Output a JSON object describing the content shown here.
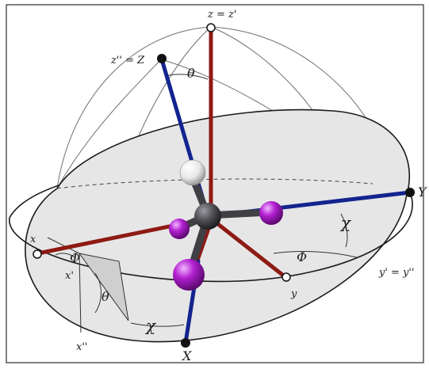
{
  "figure": {
    "colors": {
      "background": "#ffffff",
      "plane_fill": "#e6e6e6",
      "plane_edge": "#1a1a1a",
      "circle_edge": "#6e6e6e",
      "red_axis": "#8e1a14",
      "blue_axis": "#13248f",
      "atom_purple": "#b21fd0",
      "atom_white": "#f4f4f4",
      "atom_gray": "#4b4b50"
    },
    "labels": {
      "z_top": "z = z'",
      "z_double": "z'' = Z",
      "theta_top": "θ",
      "Y_right": "Y",
      "chi_right": "χ",
      "phi_right": "Φ",
      "y_prime": "y' = y''",
      "y_label": "y",
      "x_label": "x",
      "x_prime": "x'",
      "phi_left": "Φ",
      "theta_bottom": "θ",
      "chi_bottom": "χ",
      "x_double": "x''",
      "X_bottom": "X"
    }
  }
}
